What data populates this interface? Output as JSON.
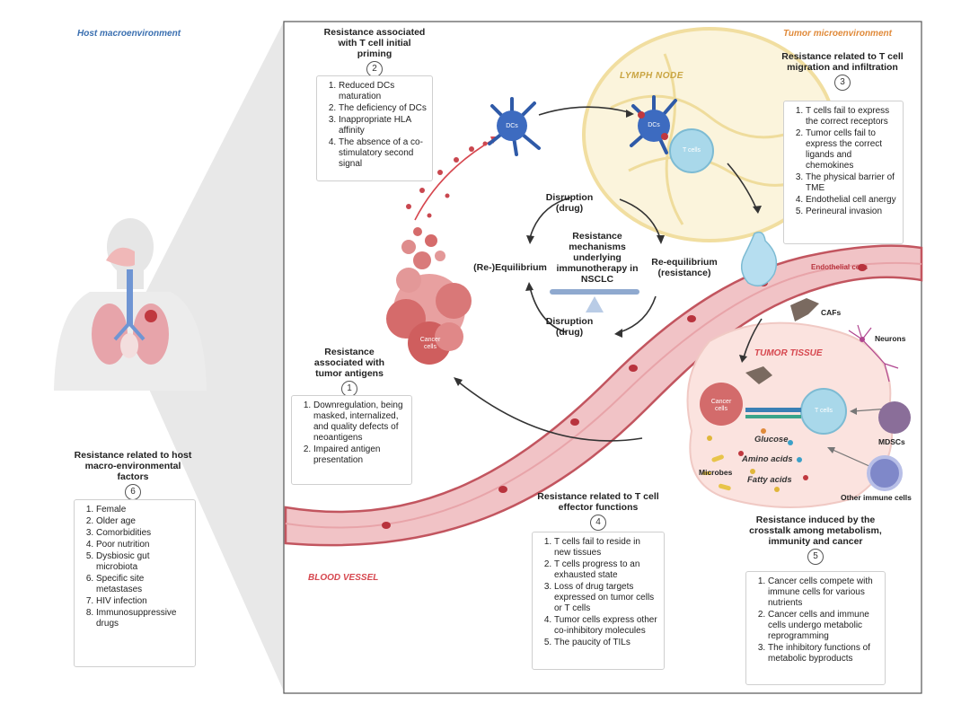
{
  "regions": {
    "host": "Host macroenvironment",
    "tumor": "Tumor microenvironment",
    "lymph_node": "LYMPH NODE",
    "blood_vessel": "BLOOD VESSEL",
    "tumor_tissue": "TUMOR TISSUE",
    "endothelial": "Endothelial cells"
  },
  "center": {
    "title": "Resistance mechanisms underlying immunotherapy in NSCLC",
    "top": "Disruption (drug)",
    "bottom": "Disruption (drug)",
    "left": "(Re-)Equilibrium",
    "right": "Re-equilibrium (resistance)"
  },
  "cells": {
    "dcs": "DCs",
    "dcs2": "DCs",
    "tcells": "T cells",
    "tcells2": "T cells",
    "cancer": "Cancer cells",
    "cancer2": "Cancer cells",
    "cafs": "CAFs",
    "neurons": "Neurons",
    "mdscs": "MDSCs",
    "other_immune": "Other immune cells",
    "microbes": "Microbes",
    "glucose": "Glucose",
    "amino": "Amino acids",
    "fatty": "Fatty acids"
  },
  "box2": {
    "title": "Resistance associated with T cell initial priming",
    "num": "2",
    "items": [
      "Reduced DCs maturation",
      "The deficiency of DCs",
      "Inappropriate HLA affinity",
      "The absence of a co-stimulatory second signal"
    ]
  },
  "box3": {
    "title": "Resistance related to T cell migration and infiltration",
    "num": "3",
    "items": [
      "T cells fail to express the correct receptors",
      "Tumor cells fail to express the correct ligands and chemokines",
      "The physical barrier of TME",
      "Endothelial cell anergy",
      "Perineural invasion"
    ]
  },
  "box1": {
    "title": "Resistance associated with tumor antigens",
    "num": "1",
    "items": [
      "Downregulation, being masked, internalized, and quality defects of neoantigens",
      "Impaired antigen presentation"
    ]
  },
  "box6": {
    "title": "Resistance related to host macro-environmental factors",
    "num": "6",
    "items": [
      "Female",
      "Older age",
      "Comorbidities",
      "Poor nutrition",
      "Dysbiosic gut microbiota",
      "Specific site metastases",
      "HIV infection",
      "Immunosuppressive drugs"
    ]
  },
  "box4": {
    "title": "Resistance related to T cell effector functions",
    "num": "4",
    "items": [
      "T cells fail to reside in new tissues",
      "T cells progress to an exhausted state",
      "Loss of drug targets expressed on tumor cells or T cells",
      "Tumor cells express other co-inhibitory molecules",
      "The paucity of TILs"
    ]
  },
  "box5": {
    "title": "Resistance induced by the crosstalk among metabolism, immunity and cancer",
    "num": "5",
    "items": [
      "Cancer cells compete with immune cells for various nutrients",
      "Cancer cells and immune cells undergo metabolic reprogramming",
      "The inhibitory functions of metabolic byproducts"
    ]
  },
  "colors": {
    "host_label": "#3a6fb0",
    "tumor_label": "#e08a3a",
    "vessel": "#e4a3a8",
    "vessel_dark": "#c2555f",
    "dc": "#2f5aa8",
    "tcell": "#8ccde6",
    "cancer": "#d96a6a",
    "lymph": "#f3e3a6"
  }
}
